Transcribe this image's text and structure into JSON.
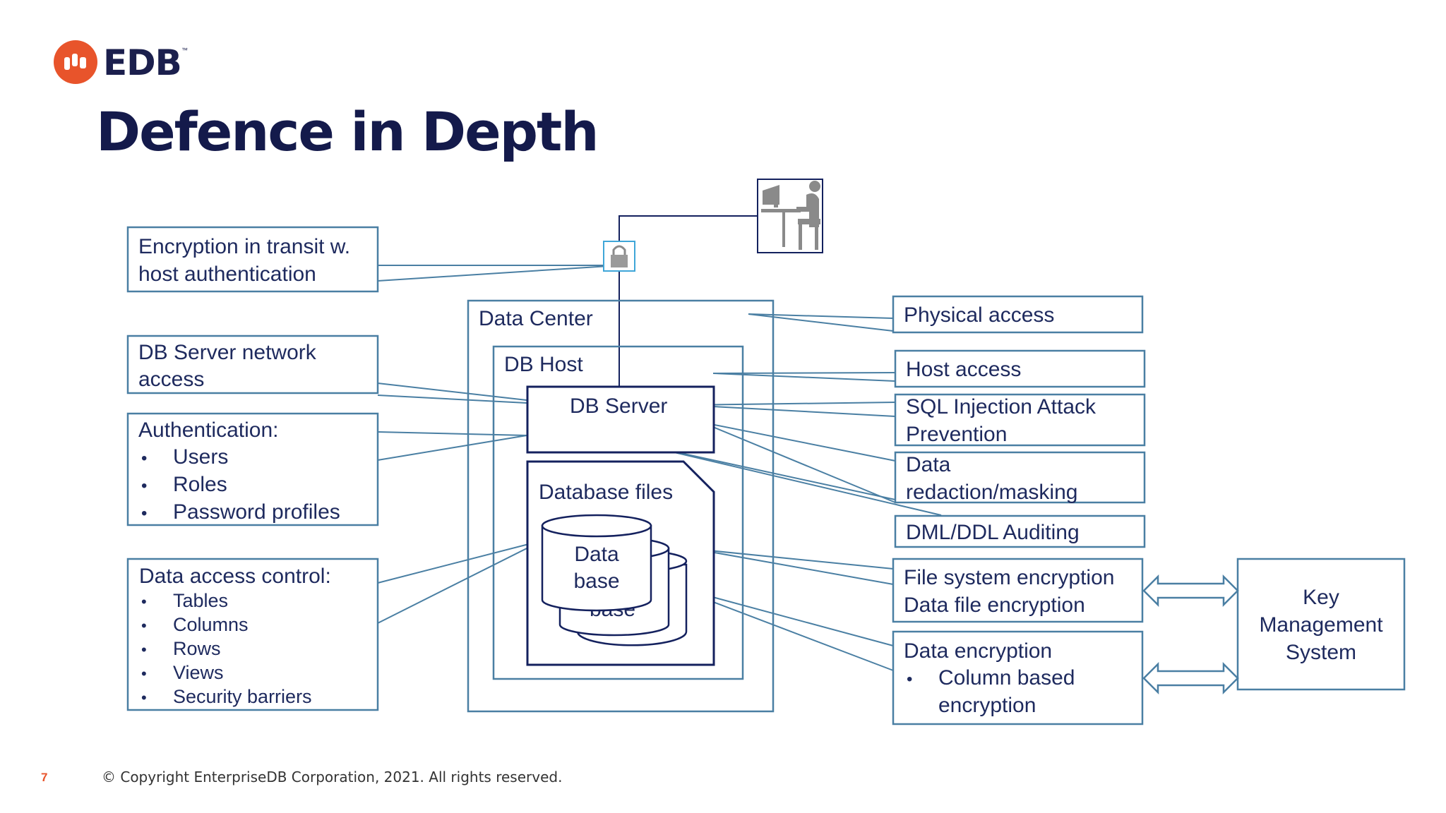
{
  "brand": {
    "name": "EDB",
    "tm": "™",
    "logo_color": "#e8542b",
    "text_color": "#1b1f4d"
  },
  "slide": {
    "title": "Defence in Depth",
    "page_number": "7",
    "copyright": "© Copyright EnterpriseDB Corporation, 2021. All rights reserved."
  },
  "colors": {
    "box_border": "#4a7fa3",
    "dark_border": "#14215e",
    "line": "#4a7fa3"
  },
  "icons": {
    "lock": "lock-icon",
    "user": "user-at-computer-icon"
  },
  "left": {
    "transit": [
      "Encryption in transit w.",
      "host authentication"
    ],
    "network": [
      "DB Server network",
      "access"
    ],
    "auth_title": "Authentication:",
    "auth_items": [
      "Users",
      "Roles",
      "Password profiles"
    ],
    "dac_title": "Data access control:",
    "dac_items": [
      "Tables",
      "Columns",
      "Rows",
      "Views",
      "Security barriers"
    ]
  },
  "center": {
    "data_center": "Data Center",
    "db_host": "DB Host",
    "db_server": "DB Server",
    "database_files": "Database files",
    "db_line1": "Data",
    "db_line2": "base",
    "db_back": "base"
  },
  "right": {
    "physical": "Physical access",
    "host": "Host access",
    "sql": [
      "SQL Injection Attack",
      "Prevention"
    ],
    "redaction": [
      "Data",
      "redaction/masking"
    ],
    "auditing": "DML/DDL Auditing",
    "fs_enc": [
      "File system encryption",
      "Data file encryption"
    ],
    "data_enc_title": "Data encryption",
    "data_enc_items": [
      "Column based",
      "encryption"
    ],
    "kms": [
      "Key",
      "Management",
      "System"
    ]
  }
}
